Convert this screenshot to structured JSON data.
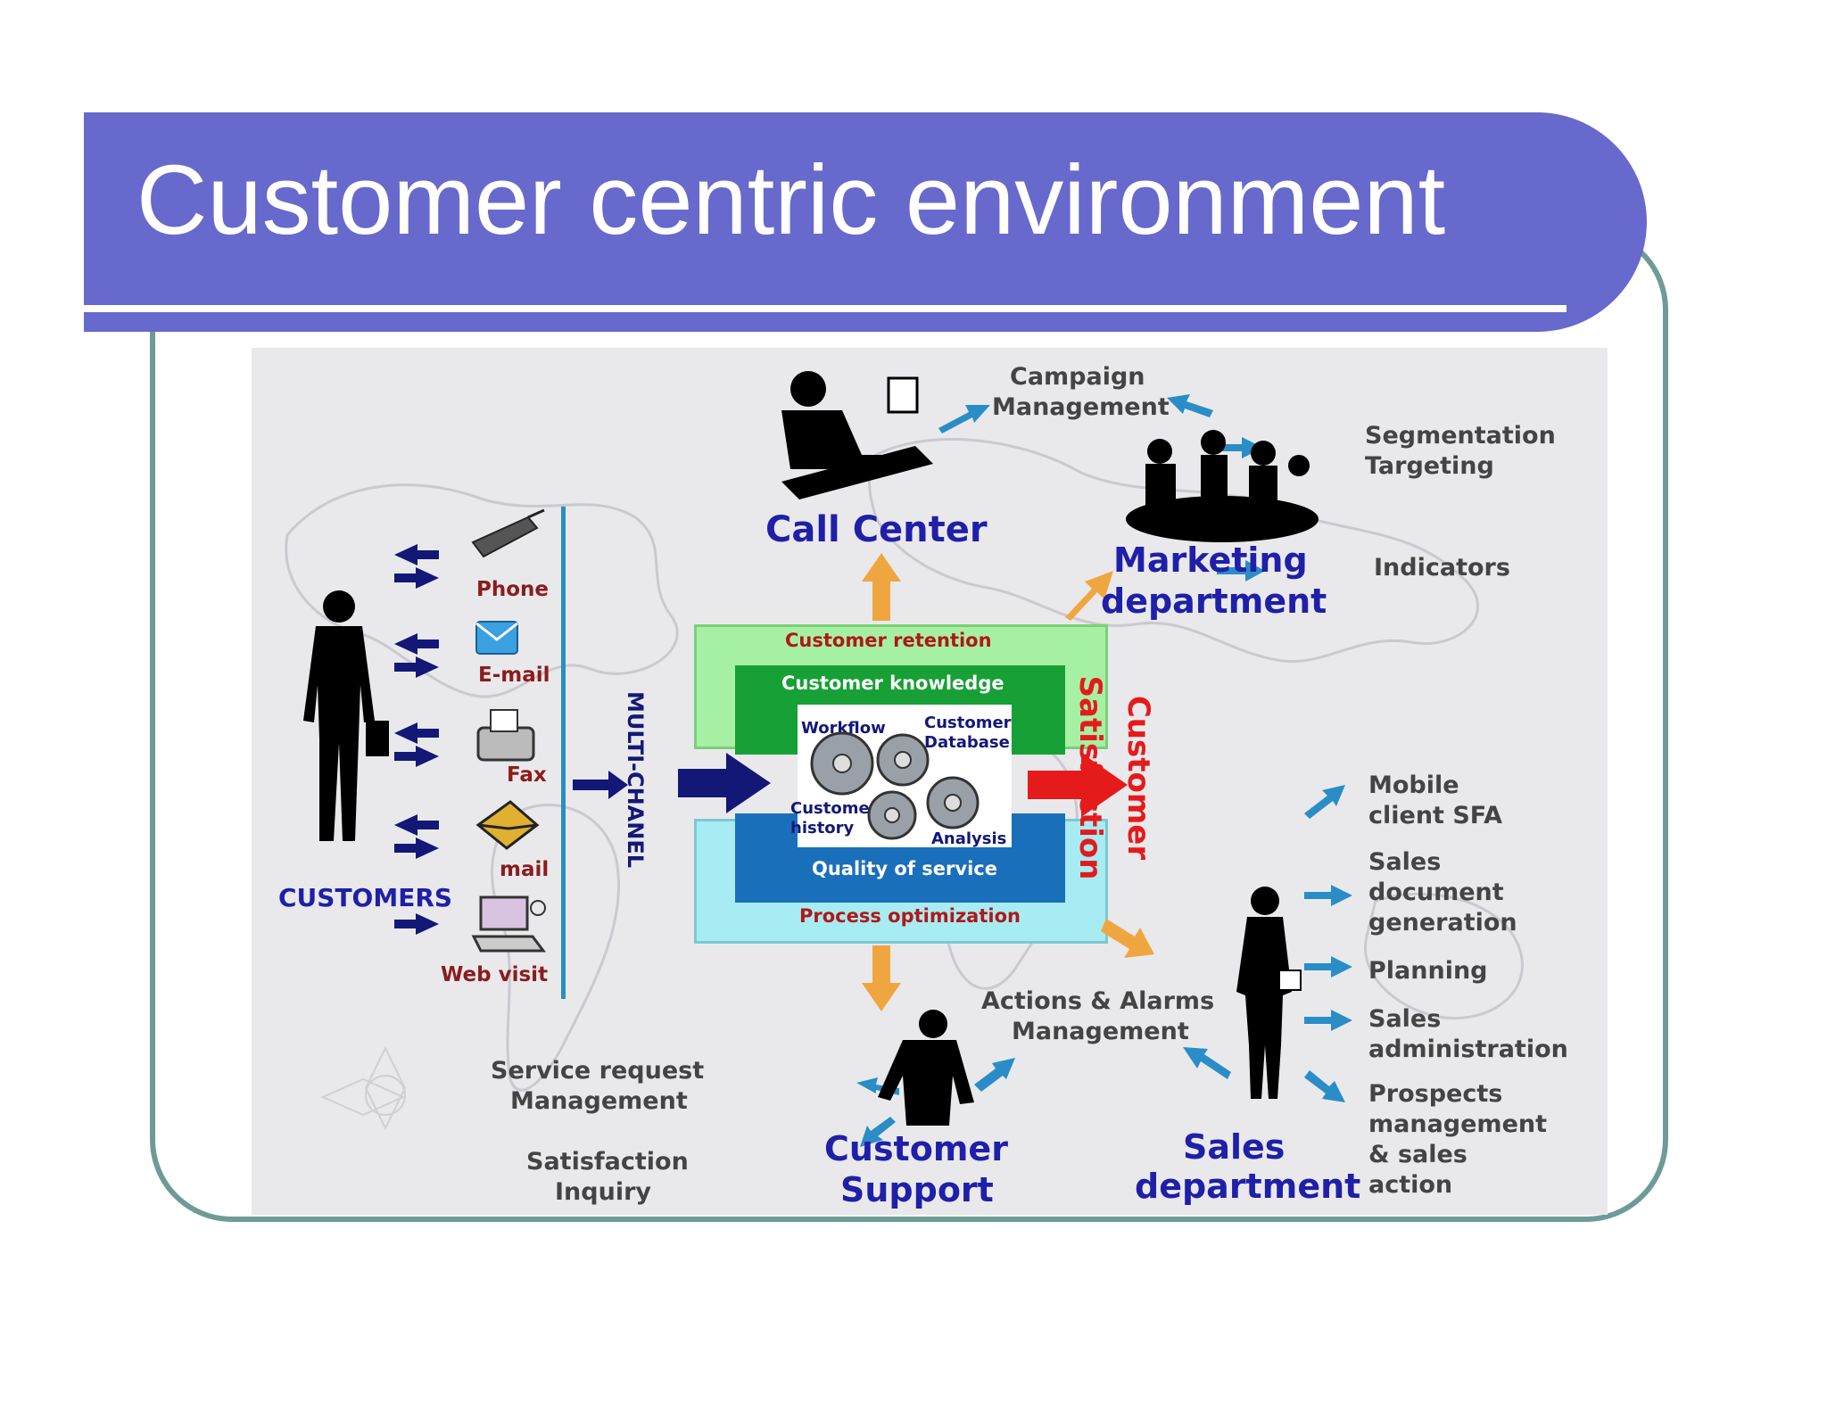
{
  "slide": {
    "title": "Customer centric environment"
  },
  "colors": {
    "title_bar": "#6869cc",
    "frame": "#6e9b98",
    "dept_label": "#1f1fa8",
    "satisfaction": "#e51a1a",
    "arrow_blue": "#2a8dc7",
    "arrow_orange": "#f0a640",
    "arrow_navy": "#131877"
  },
  "customers": {
    "label": "CUSTOMERS",
    "channels": [
      {
        "label": "Phone",
        "icon": "phone-icon"
      },
      {
        "label": "E-mail",
        "icon": "email-icon"
      },
      {
        "label": "Fax",
        "icon": "fax-icon"
      },
      {
        "label": "mail",
        "icon": "envelope-icon"
      },
      {
        "label": "Web visit",
        "icon": "computer-icon"
      }
    ]
  },
  "multichannel": "MULTI-CHANEL",
  "core": {
    "outer_top": "Customer retention",
    "inner_top": "Customer knowledge",
    "inner_bottom": "Quality of service",
    "outer_bottom": "Process optimization",
    "workflow": "Workflow",
    "database": "Customer Database",
    "history": "Customer history",
    "analysis": "Analysis"
  },
  "satisfaction": [
    "Customer",
    "Satisfaction"
  ],
  "call_center": {
    "label": "Call Center",
    "campaign": [
      "Campaign",
      "Management"
    ]
  },
  "marketing": {
    "label": [
      "Marketing",
      "department"
    ],
    "segmentation": [
      "Segmentation",
      "Targeting"
    ],
    "indicators": "Indicators"
  },
  "support": {
    "label": [
      "Customer",
      "Support"
    ],
    "service_request": [
      "Service request",
      "Management"
    ],
    "satisfaction_inquiry": [
      "Satisfaction",
      "Inquiry"
    ],
    "actions": [
      "Actions & Alarms",
      "Management"
    ]
  },
  "sales": {
    "label": [
      "Sales",
      "department"
    ],
    "items": [
      [
        "Mobile",
        "client SFA"
      ],
      [
        "Sales",
        "document",
        "generation"
      ],
      [
        "Planning"
      ],
      [
        "Sales",
        "administration"
      ],
      [
        "Prospects",
        "management",
        "& sales",
        "action"
      ]
    ]
  }
}
